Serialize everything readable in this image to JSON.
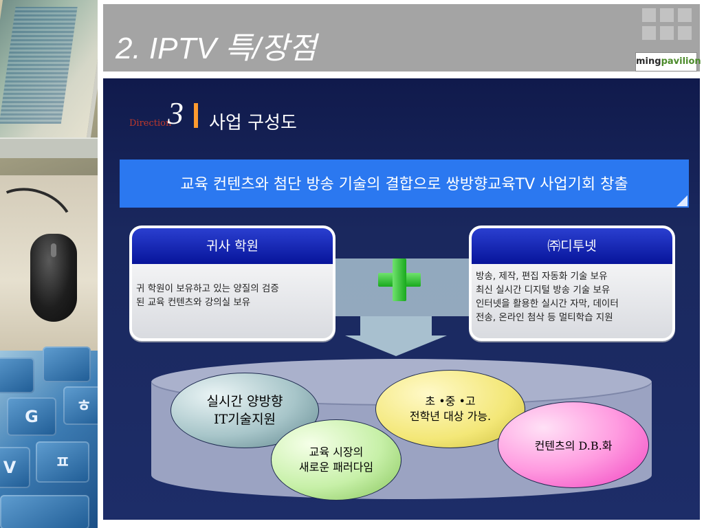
{
  "header": {
    "title": "2. IPTV 특/장점",
    "logo_part1": "ming",
    "logo_part2": "pavilion"
  },
  "section": {
    "label": "Direction",
    "number": "3",
    "heading": "사업 구성도"
  },
  "banner": {
    "text": "교육 컨텐츠와 첨단 방송 기술의 결합으로 쌍방향교육TV 사업기회 창출"
  },
  "cards": {
    "left": {
      "title": "귀사 학원",
      "lines": [
        "귀 학원이 보유하고 있는 양질의 검증",
        "된 교육 컨텐츠와 강의실 보유"
      ]
    },
    "right": {
      "title": "㈜디투넷",
      "lines": [
        "방송, 제작, 편집 자동화 기술 보유",
        "최신 실시간 디지털 방송 기술 보유",
        "인터넷을 활용한 실시간 자막, 데이터",
        "전송, 온라인 첨삭 등 멀티학습 지원"
      ]
    }
  },
  "ovals": {
    "o1": [
      "실시간 양방향",
      "IT기술지원"
    ],
    "o2": [
      "초 •중 •고",
      "전학년 대상 가능."
    ],
    "o3": [
      "교육 시장의",
      "새로운 패러다임"
    ],
    "o4": [
      "컨텐츠의 D.B.화"
    ]
  },
  "colors": {
    "panel_bg": "#1a285e",
    "banner_bg": "#2b78f0",
    "card_header": "#07149a",
    "accent_bar": "#ff9b2f",
    "plus_green": "#19a91d"
  },
  "icons": {
    "plus": "plus-icon"
  }
}
